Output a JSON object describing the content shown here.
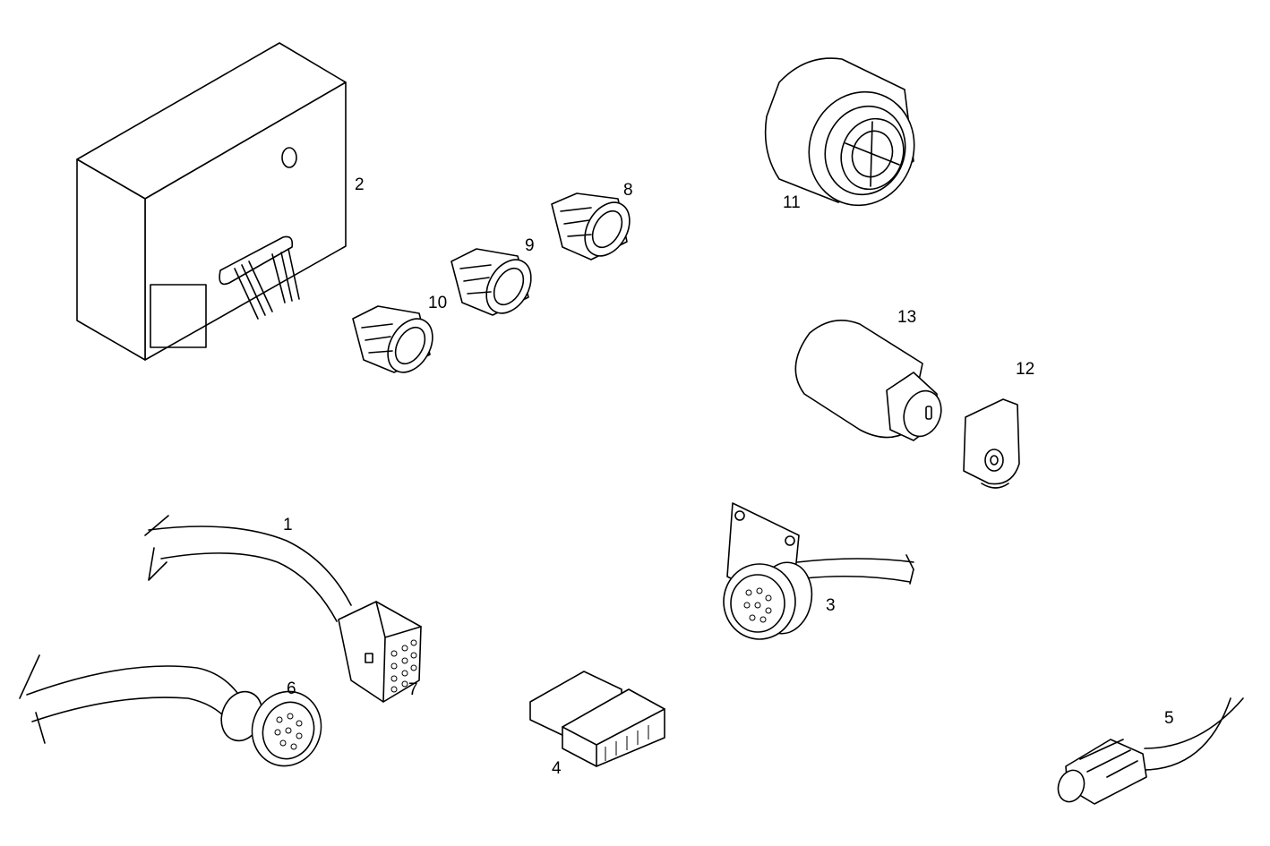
{
  "diagram": {
    "parts": [
      {
        "id": "wiring-harness-1",
        "label": "1"
      },
      {
        "id": "control-unit",
        "label": "2"
      },
      {
        "id": "panel-socket",
        "label": "3"
      },
      {
        "id": "connector-block",
        "label": "4"
      },
      {
        "id": "sensor-connector",
        "label": "5"
      },
      {
        "id": "round-connector",
        "label": "6"
      },
      {
        "id": "multi-pin-connector",
        "label": "7"
      },
      {
        "id": "grommet-large",
        "label": "8"
      },
      {
        "id": "grommet-medium",
        "label": "9"
      },
      {
        "id": "grommet-small",
        "label": "10"
      },
      {
        "id": "buzzer",
        "label": "11"
      },
      {
        "id": "key",
        "label": "12"
      },
      {
        "id": "key-switch",
        "label": "13"
      }
    ]
  }
}
